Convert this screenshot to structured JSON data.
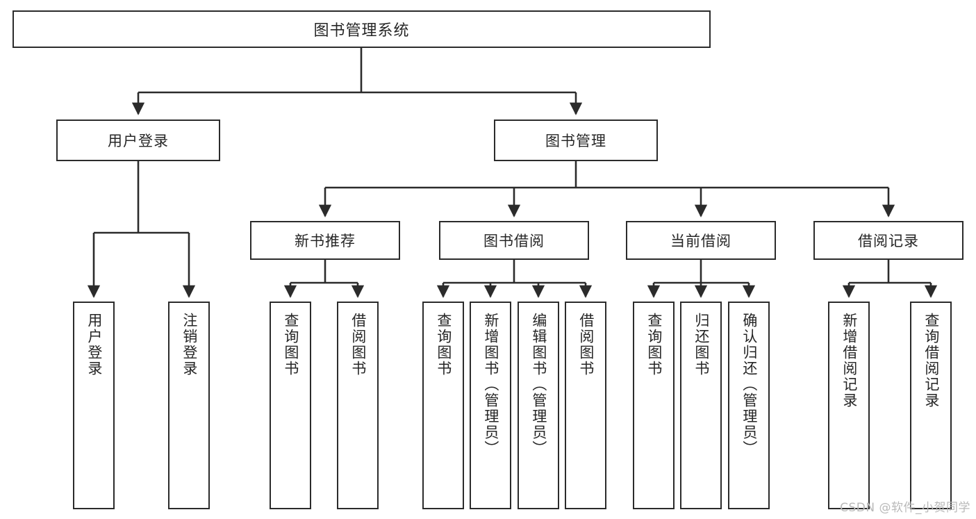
{
  "diagram": {
    "type": "tree-hierarchy-chart",
    "title": "图书管理系统",
    "orientation": "top-down",
    "colors": {
      "box_border": "#2b2b2b",
      "box_fill": "#ffffff",
      "connector": "#2b2b2b",
      "text": "#262626",
      "watermark": "#b9b9b9",
      "background": "#ffffff"
    },
    "root": {
      "label": "图书管理系统"
    },
    "level2": [
      {
        "id": "user-login",
        "label": "用户登录"
      },
      {
        "id": "book-manage",
        "label": "图书管理"
      }
    ],
    "level3": [
      {
        "id": "new-book-recommend",
        "label": "新书推荐",
        "parent": "book-manage"
      },
      {
        "id": "book-borrow",
        "label": "图书借阅",
        "parent": "book-manage"
      },
      {
        "id": "current-borrow",
        "label": "当前借阅",
        "parent": "book-manage"
      },
      {
        "id": "borrow-record",
        "label": "借阅记录",
        "parent": "book-manage"
      }
    ],
    "leaves": {
      "user-login": [
        {
          "id": "leaf-user-login",
          "label": "用户登录"
        },
        {
          "id": "leaf-user-logout",
          "label": "注销登录"
        }
      ],
      "new-book-recommend": [
        {
          "id": "leaf-query-book-1",
          "label": "查询图书"
        },
        {
          "id": "leaf-borrow-book-1",
          "label": "借阅图书"
        }
      ],
      "book-borrow": [
        {
          "id": "leaf-query-book-2",
          "label": "查询图书"
        },
        {
          "id": "leaf-add-book",
          "label": "新增图书（管理员）"
        },
        {
          "id": "leaf-edit-book",
          "label": "编辑图书（管理员）"
        },
        {
          "id": "leaf-borrow-book-2",
          "label": "借阅图书"
        }
      ],
      "current-borrow": [
        {
          "id": "leaf-query-book-3",
          "label": "查询图书"
        },
        {
          "id": "leaf-return-book",
          "label": "归还图书"
        },
        {
          "id": "leaf-confirm-return",
          "label": "确认归还（管理员）"
        }
      ],
      "borrow-record": [
        {
          "id": "leaf-add-record",
          "label": "新增借阅记录"
        },
        {
          "id": "leaf-query-record",
          "label": "查询借阅记录"
        }
      ]
    }
  },
  "watermark": {
    "text": "CSDN @软件_小贺同学"
  }
}
